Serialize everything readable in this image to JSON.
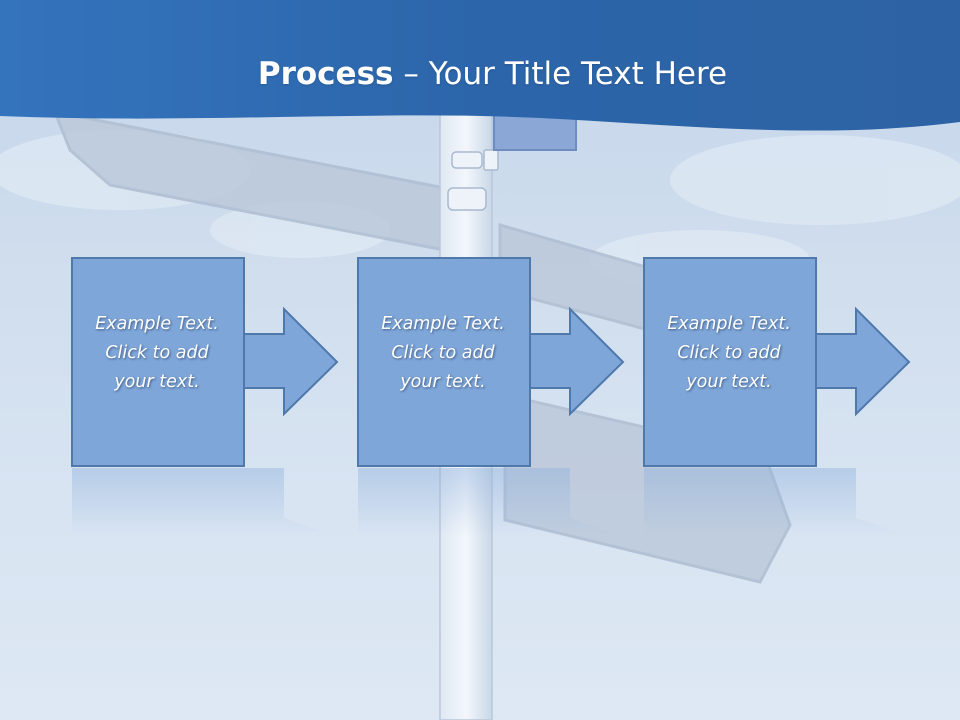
{
  "title": {
    "bold": "Process",
    "rest": " – Your Title Text Here"
  },
  "steps": [
    {
      "text": "Example Text.\nClick  to add\nyour text."
    },
    {
      "text": "Example Text.\nClick  to add\nyour text."
    },
    {
      "text": "Example Text.\nClick  to add\nyour text."
    }
  ],
  "colors": {
    "header": "#2e6bb0",
    "box_fill": "#7ea6d8",
    "box_border": "#4f78ab",
    "sky": "#cfdded"
  }
}
